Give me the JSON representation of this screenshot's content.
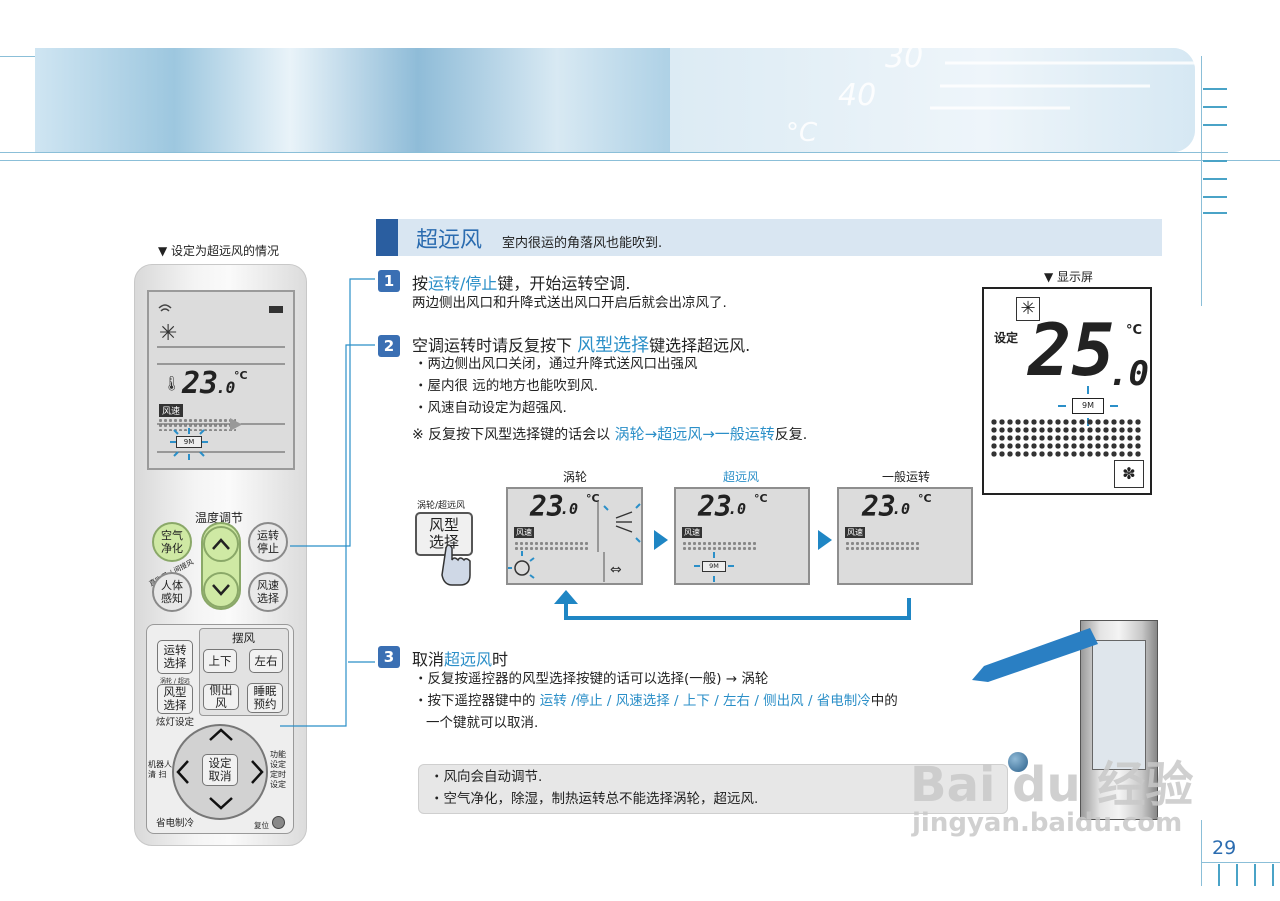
{
  "page": {
    "banner_numbers": [
      "30",
      "40",
      "°C"
    ],
    "page_number": "29"
  },
  "section": {
    "title": "超远风",
    "subtitle": "室内很运的角落风也能吹到."
  },
  "remote": {
    "caption": "▼ 设定为超远风的情况",
    "lcd_temp": "23",
    "lcd_decimal": ".0",
    "lcd_unit": "°C",
    "lcd_fan_label": "风速",
    "lcd_9m": "9M",
    "temp_adjust_label": "温度调节",
    "btn_air_purify": "空气\n净化",
    "btn_run_stop": "运转\n停止",
    "btn_body_sense": "人体\n感知",
    "btn_fan_speed": "风速\n选择",
    "body_sense_small": "直吹风 / 间接风",
    "swing_label": "摆风",
    "btn_mode": "运转\n选择",
    "btn_up_down": "上下",
    "btn_left_right": "左右",
    "btn_fan_type_small": "涡轮 / 超远",
    "btn_fan_type": "风型\n选择",
    "btn_side_wind": "侧出风",
    "btn_sleep": "睡眠\n预约",
    "light_setting": "炫灯设定",
    "btn_set": "设定",
    "btn_cancel": "取消",
    "robot_clean": "机器人\n清 扫",
    "func_setting": "功能\n设定",
    "timer_setting": "定时\n设定",
    "eco_cool": "省电制冷",
    "reset": "复位"
  },
  "steps": [
    {
      "num": "1",
      "line1_pre": "按",
      "line1_hl": "运转/停止",
      "line1_post": "键，开始运转空调.",
      "line2": "两边侧出风口和升降式送出风口开启后就会出凉风了."
    },
    {
      "num": "2",
      "line1_pre": "空调运转时请反复按下",
      "line1_hl": "风型选择",
      "line1_post": "键选择超远风.",
      "bullets": [
        "两边侧出风口关闭，通过升降式送风口出强风",
        "屋内很 远的地方也能吹到风.",
        "风速自动设定为超强风."
      ],
      "note_pre": "※ 反复按下风型选择键的话会以",
      "note_hl": "涡轮→超远风→一般运转",
      "note_post": "反复."
    },
    {
      "num": "3",
      "line1_pre": "取消",
      "line1_hl": "超远风",
      "line1_post": "时",
      "bullet1": "反复按遥控器的风型选择按键的话可以选择(一般) → 涡轮",
      "bullet2_pre": "按下遥控器键中的",
      "bullet2_hl": "运转 /停止 / 风速选择 / 上下 / 左右 / 侧出风 / 省电制冷",
      "bullet2_post": "中的",
      "bullet3": "一个键就可以取消."
    }
  ],
  "cycle": {
    "btn_small": "涡轮/超远风",
    "btn_label": "风型\n选择",
    "panels": [
      {
        "label": "涡轮",
        "highlight": false
      },
      {
        "label": "超远风",
        "highlight": true
      },
      {
        "label": "一般运转",
        "highlight": false
      }
    ],
    "temp": "23",
    "decimal": ".0",
    "unit": "°C",
    "fan_label": "风速",
    "tag_9m": "9M"
  },
  "display": {
    "caption": "▼ 显示屏",
    "set_label": "设定",
    "temp": "25",
    "decimal": ".0",
    "unit": "°C",
    "tag_9m": "9M"
  },
  "unit_9m": "9m",
  "notes": [
    "风向会自动调节.",
    "空气净化，除湿，制热运转总不能选择涡轮，超远风."
  ],
  "watermark": {
    "brand": "Bai du 经验",
    "url": "jingyan.baidu.com"
  }
}
